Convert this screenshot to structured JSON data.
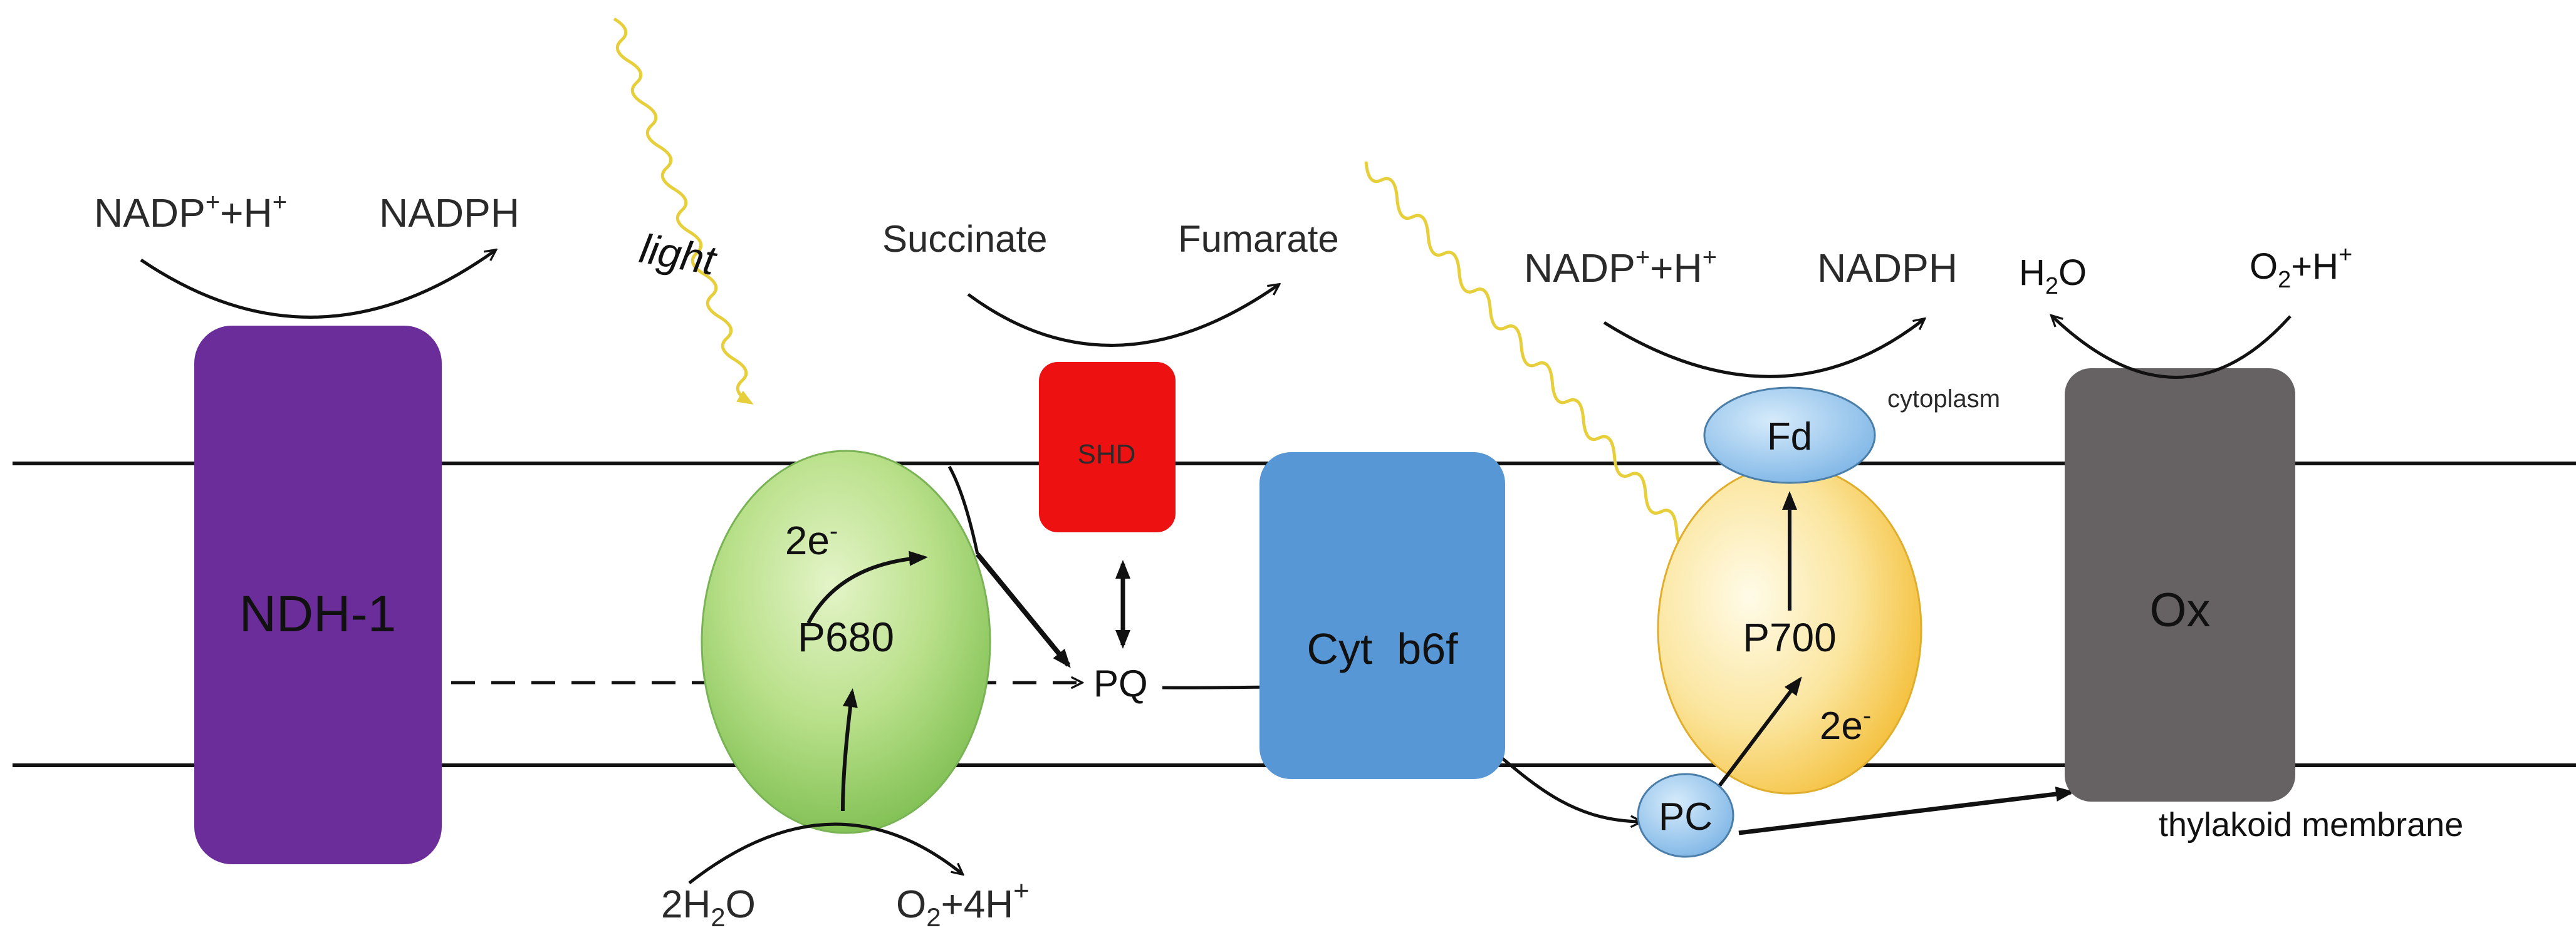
{
  "labels": {
    "ndh1": "NDH-1",
    "ndh_nadp": "NADP",
    "ndh_nadp_sup": "+",
    "ndh_plus_h": "+H",
    "ndh_plus_h_sup": "+",
    "ndh_nadph": "NADPH",
    "light": "light",
    "p680": "P680",
    "ps2_2e": "2e",
    "ps2_2e_sup": "-",
    "water_h": "2H",
    "water_sub": "2",
    "water_o": "O",
    "o2_o": "O",
    "o2_sub": "2",
    "o2_rest": "+4H",
    "o2_sup": "+",
    "shd": "SHD",
    "succinate": "Succinate",
    "fumarate": "Fumarate",
    "pq": "PQ",
    "cyt": "Cyt  b6f",
    "fd": "Fd",
    "ps1_nadp": "NADP",
    "ps1_nadp_sup": "+",
    "ps1_plus_h": "+H",
    "ps1_plus_h_sup": "+",
    "ps1_nadph": "NADPH",
    "cytoplasm": "cytoplasm",
    "p700": "P700",
    "ps1_2e": "2e",
    "ps1_2e_sup": "-",
    "pc": "PC",
    "h2o_h": "H",
    "h2o_sub": "2",
    "h2o_o": "O",
    "ox_o2": "O",
    "ox_o2_sub": "2",
    "ox_o2_rest": "+H",
    "ox_o2_sup": "+",
    "ox": "Ox",
    "thylakoid": "thylakoid membrane"
  },
  "colors": {
    "ndh1": "#6a2d9a",
    "ps2_green": "#a8d46f",
    "shd": "#ee1111",
    "cyt": "#5797d6",
    "fd": "#8cc0ea",
    "ps1_yellow": "#f5c542",
    "pc": "#9cc8ee",
    "ox": "#666263",
    "light_wave": "#e6cf3b",
    "membrane": "#111111"
  }
}
